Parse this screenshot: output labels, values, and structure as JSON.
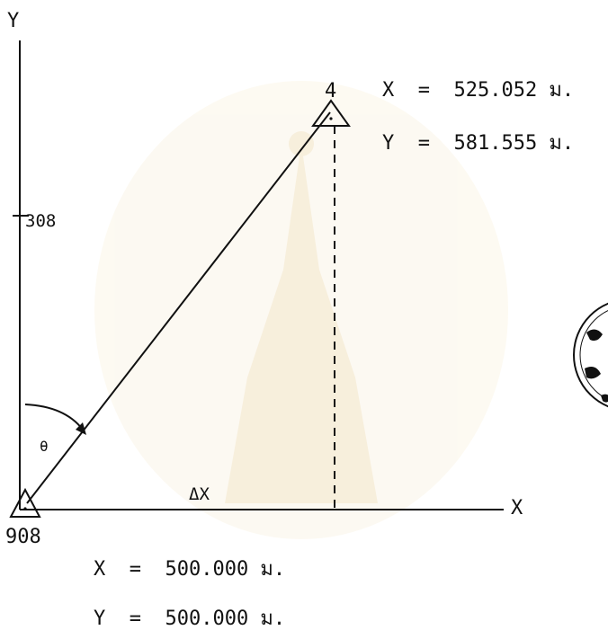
{
  "diagram": {
    "axes": {
      "y_label": "Y",
      "x_label": "X"
    },
    "points": {
      "station_908": "908",
      "station_4": "4",
      "mark_308": "308"
    },
    "coords_point4": {
      "x_line": "X  =  525.052 ม.",
      "y_line": "Y  =  581.555 ม."
    },
    "coords_point908": {
      "x_line": "X  =  500.000 ม.",
      "y_line": "Y  =  500.000 ม."
    },
    "angle_label": "θ",
    "delta_x_label": "ΔX",
    "colors": {
      "ink": "#111111",
      "background": "#ffffff",
      "watermark": "#f3e6c8"
    }
  }
}
